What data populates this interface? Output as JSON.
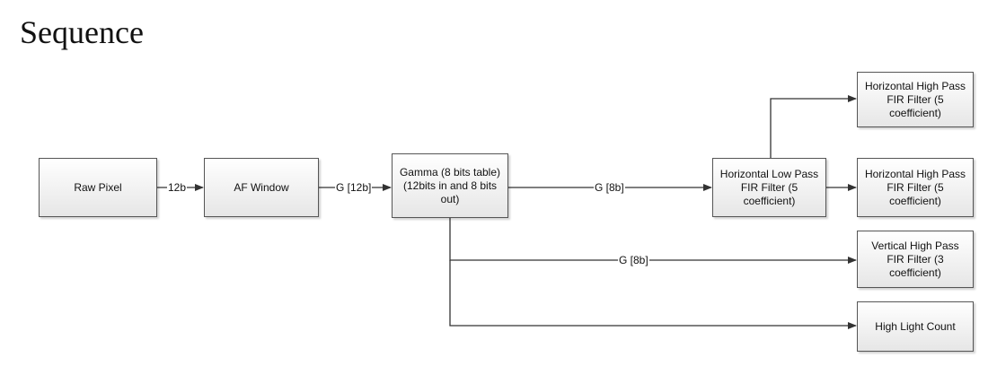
{
  "title": "Sequence",
  "blocks": {
    "raw_pixel": "Raw Pixel",
    "af_window": "AF Window",
    "gamma": "Gamma (8 bits table) (12bits in and 8 bits out)",
    "horizontal_low_pass": "Horizontal Low Pass FIR Filter (5 coefficient)",
    "horizontal_high_pass_top": "Horizontal High Pass FIR Filter (5 coefficient)",
    "horizontal_high_pass_mid": "Horizontal High Pass FIR Filter (5 coefficient)",
    "vertical_high_pass": "Vertical High Pass FIR Filter (3 coefficient)",
    "high_light_count": "High Light Count"
  },
  "edges": {
    "raw_to_af": "12b",
    "af_to_gamma": "G [12b]",
    "gamma_to_hlp": "G [8b]",
    "gamma_to_vhp": "G [8b]"
  },
  "colors": {
    "line": "#333333",
    "box_border": "#555555"
  }
}
